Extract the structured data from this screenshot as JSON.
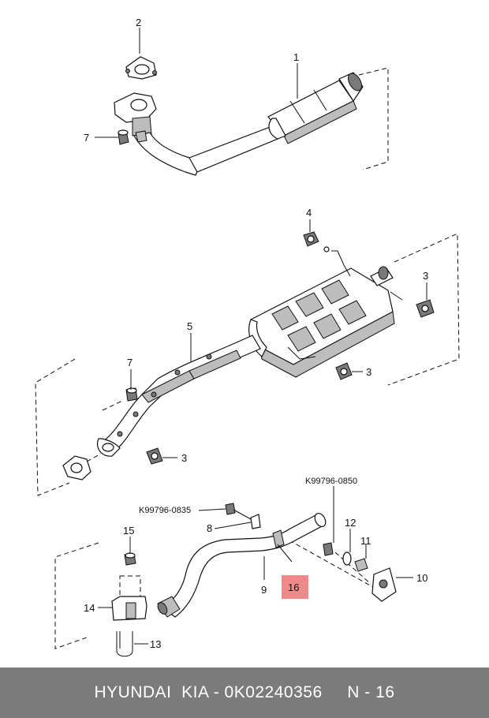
{
  "callouts": {
    "c1": "1",
    "c2": "2",
    "c3a": "3",
    "c3b": "3",
    "c3c": "3",
    "c4": "4",
    "c5": "5",
    "c7a": "7",
    "c7b": "7",
    "c8": "8",
    "c9": "9",
    "c10": "10",
    "c11": "11",
    "c12": "12",
    "c13": "13",
    "c14": "14",
    "c15": "15",
    "c16": "16"
  },
  "codes": {
    "bolt_a": "K99796-0850",
    "bolt_b": "K99796-0835"
  },
  "highlight_color": "#f08a8a",
  "footer": {
    "text": "HYUNDAI  KIA - 0K02240356     N - 16"
  }
}
